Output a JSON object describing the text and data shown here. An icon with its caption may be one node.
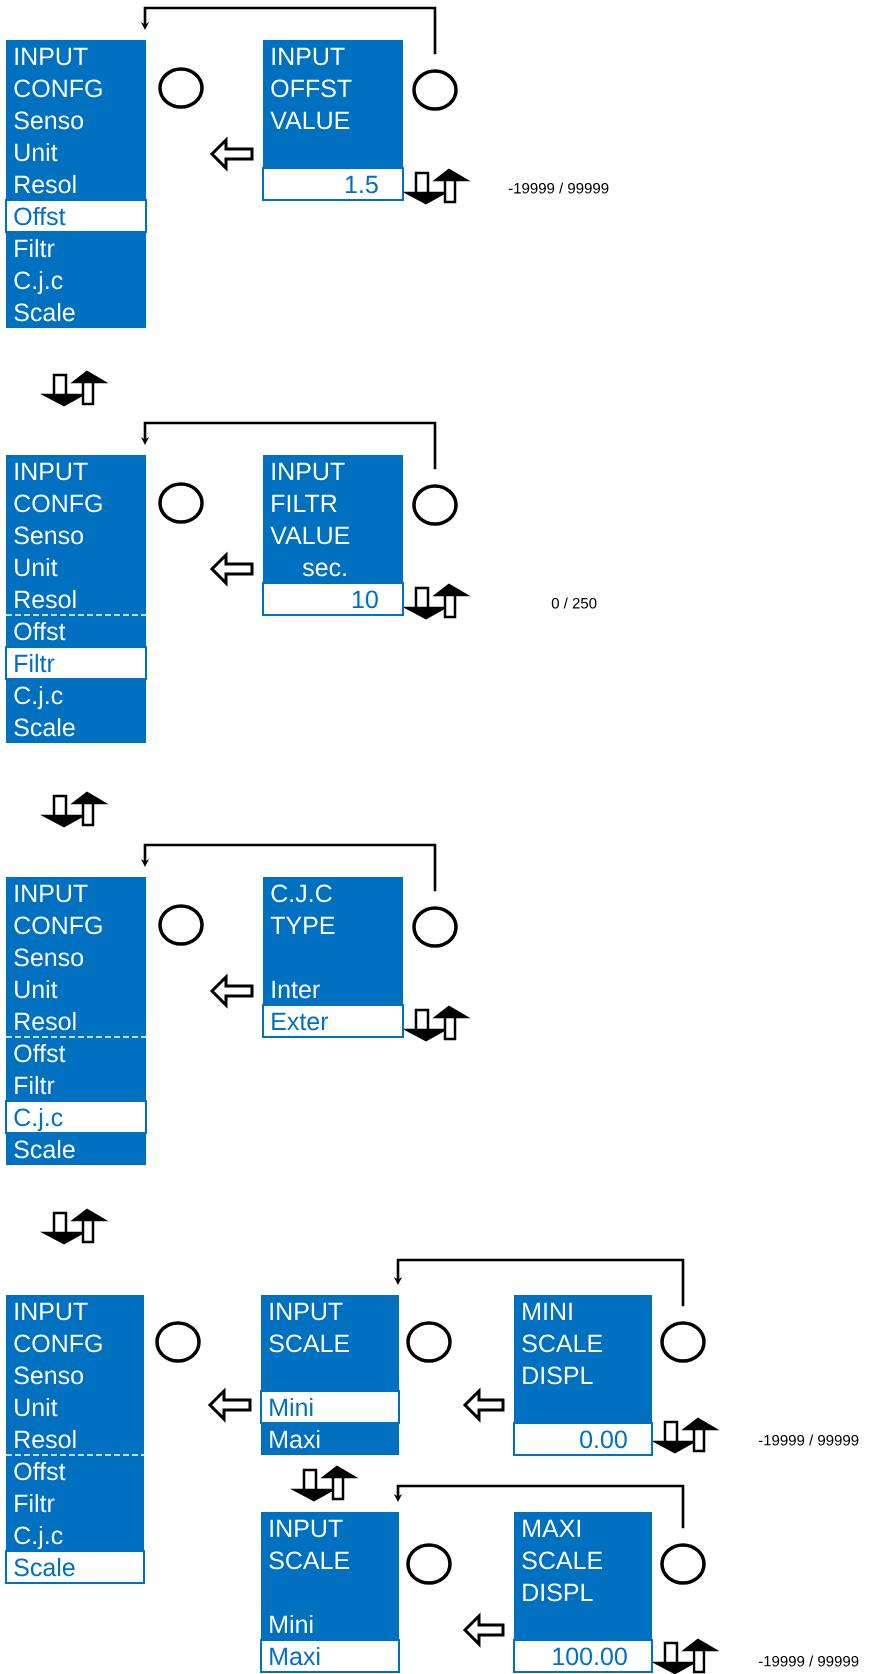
{
  "diagram": {
    "nodes": [
      {
        "text": [
          "INPUT",
          "CONFG",
          "Senso",
          "Unit",
          "Resol",
          "Filtr",
          "C.j.c",
          "Scale"
        ]
      },
      {
        "text": [
          "Offst"
        ],
        "in": 0
      },
      {
        "text": [],
        "shape": "circle"
      },
      {
        "text": [
          "INPUT",
          "OFFST",
          "VALUE"
        ]
      },
      {
        "text": [
          "1.5"
        ],
        "in": 3
      },
      {
        "text": [],
        "shape": "circle"
      },
      {
        "text": [
          "INPUT",
          "CONFG",
          "Senso",
          "Unit",
          "Resol",
          "Offst",
          "C.j.c",
          "Scale"
        ]
      },
      {
        "text": [
          "Filtr"
        ],
        "in": 6
      },
      {
        "text": [],
        "shape": "circle"
      },
      {
        "text": [
          "INPUT",
          "FILTR",
          "VALUE",
          "sec."
        ]
      },
      {
        "text": [
          "10"
        ],
        "in": 9
      },
      {
        "text": [],
        "shape": "circle"
      },
      {
        "text": [
          "INPUT",
          "CONFG",
          "Senso",
          "Unit",
          "Resol",
          "Offst",
          "Filtr",
          "Scale"
        ]
      },
      {
        "text": [
          "C.j.c"
        ],
        "in": 12
      },
      {
        "text": [],
        "shape": "circle"
      },
      {
        "text": [
          "C.J.C",
          "TYPE",
          "Inter"
        ]
      },
      {
        "text": [
          "Exter"
        ],
        "in": 15
      },
      {
        "text": [],
        "shape": "circle"
      },
      {
        "text": [
          "INPUT",
          "CONFG",
          "Senso",
          "Unit",
          "Resol",
          "Offst",
          "Filtr",
          "C.j.c"
        ]
      },
      {
        "text": [
          "Scale"
        ],
        "in": 18
      },
      {
        "text": [],
        "shape": "circle"
      },
      {
        "text": [
          "INPUT",
          "SCALE",
          "Maxi"
        ]
      },
      {
        "text": [
          "Mini"
        ],
        "in": 21
      },
      {
        "text": [],
        "shape": "circle"
      },
      {
        "text": [
          "MINI",
          "SCALE",
          "DISPL"
        ]
      },
      {
        "text": [
          "0.00"
        ],
        "in": 24
      },
      {
        "text": [],
        "shape": "circle"
      },
      {
        "text": [
          "INPUT",
          "SCALE",
          "Mini"
        ]
      },
      {
        "text": [
          "Maxi"
        ],
        "in": 27
      },
      {
        "text": [],
        "shape": "circle"
      },
      {
        "text": [
          "MAXI",
          "SCALE",
          "DISPL"
        ]
      },
      {
        "text": [
          "100.00"
        ],
        "in": 30
      },
      {
        "text": [],
        "shape": "circle"
      }
    ],
    "edges": [
      {
        "from": 5,
        "to": 0,
        "arrow": "to"
      },
      {
        "from": 3,
        "to": 0,
        "arrow": "to",
        "style": "thick"
      },
      {
        "from": 11,
        "to": 6,
        "arrow": "to"
      },
      {
        "from": 9,
        "to": 6,
        "arrow": "to",
        "style": "thick"
      },
      {
        "from": 17,
        "to": 12,
        "arrow": "to"
      },
      {
        "from": 15,
        "to": 12,
        "arrow": "to",
        "style": "thick"
      },
      {
        "from": 21,
        "to": 18,
        "arrow": "to",
        "style": "thick"
      },
      {
        "from": 26,
        "to": 21,
        "arrow": "to"
      },
      {
        "from": 24,
        "to": 21,
        "arrow": "to",
        "style": "thick"
      },
      {
        "from": 32,
        "to": 27,
        "arrow": "to"
      },
      {
        "from": 30,
        "to": 27,
        "arrow": "to",
        "style": "thick"
      }
    ],
    "labels": [
      "-19999 / 99999",
      "0 / 250",
      "-19999 / 99999",
      "-19999 / 99999"
    ]
  }
}
